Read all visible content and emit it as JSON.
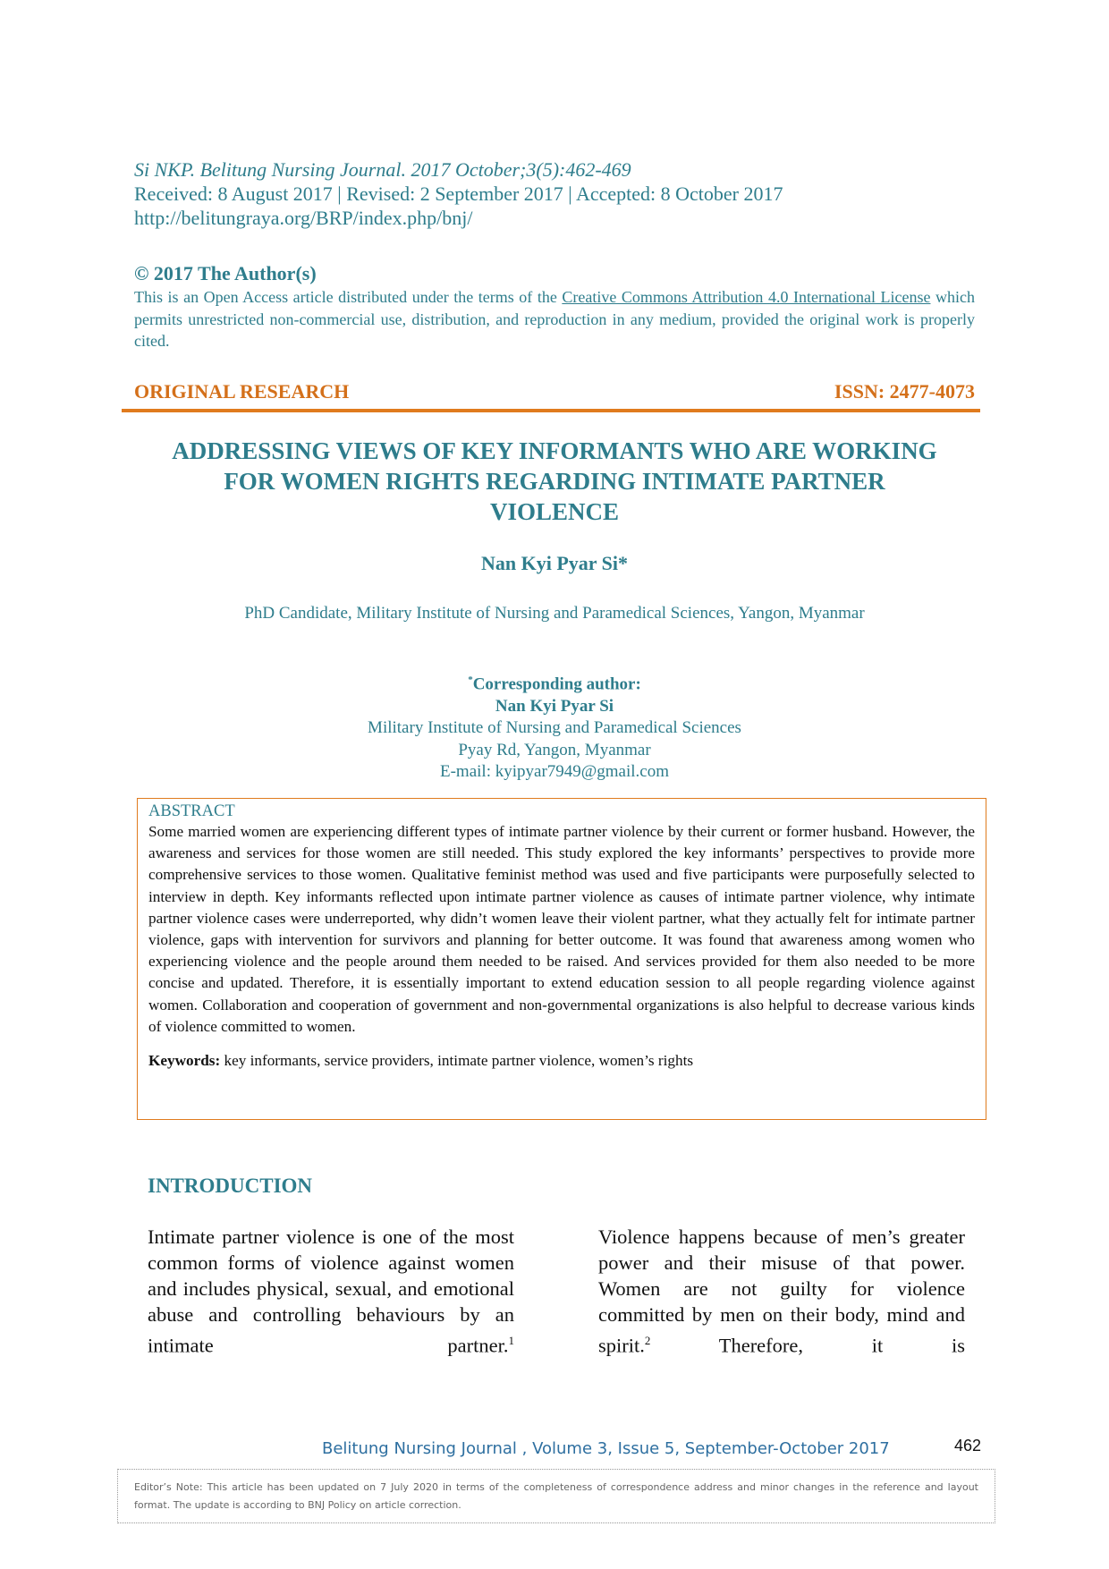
{
  "citation": {
    "cite": "Si NKP. Belitung Nursing Journal. 2017 October;3(5):462-469",
    "dates": "Received: 8 August 2017 | Revised: 2 September 2017 | Accepted: 8 October 2017",
    "url": "http://belitungraya.org/BRP/index.php/bnj/"
  },
  "copyright": {
    "heading": "© 2017 The Author(s)",
    "text_before": "This is an Open Access article distributed under the terms of the ",
    "link": "Creative Commons Attribution 4.0 International License",
    "text_after": " which permits unrestricted non-commercial use, distribution, and reproduction in any medium, provided the original work is properly cited."
  },
  "banner": {
    "left": "ORIGINAL RESEARCH",
    "right": "ISSN: 2477-4073"
  },
  "title": {
    "line1": "ADDRESSING VIEWS OF KEY INFORMANTS WHO ARE WORKING",
    "line2": "FOR WOMEN RIGHTS REGARDING INTIMATE PARTNER",
    "line3": "VIOLENCE"
  },
  "author": "Nan Kyi Pyar Si*",
  "affiliation": "PhD Candidate, Military Institute of Nursing and Paramedical Sciences, Yangon, Myanmar",
  "corresponding": {
    "mark": "*",
    "label": "Corresponding author:",
    "name": "Nan Kyi Pyar Si",
    "institution": "Military Institute of Nursing and Paramedical Sciences",
    "address": "Pyay Rd, Yangon, Myanmar",
    "email": "E-mail: kyipyar7949@gmail.com"
  },
  "abstract": {
    "heading": "ABSTRACT",
    "text": "Some married women are experiencing different types of intimate partner violence by their current or former husband. However, the awareness and services for those women are still needed. This study explored the key informants’ perspectives to provide more comprehensive services to those women. Qualitative feminist method was used and five participants were purposefully selected to interview in depth. Key informants reflected upon intimate partner violence as causes of intimate partner violence, why intimate partner violence cases were underreported, why didn’t women leave their violent partner, what they actually felt for intimate partner violence, gaps with intervention for survivors and planning for better outcome. It was found that awareness among women who experiencing violence and the people around them needed to be raised. And services provided for them also needed to be more concise and updated. Therefore, it is essentially important to extend education session to all people regarding violence against women. Collaboration and cooperation of government and non-governmental organizations is also helpful to decrease various kinds of violence committed to women.",
    "keywords_label": "Keywords:",
    "keywords": " key informants, service providers, intimate partner violence, women’s rights"
  },
  "introduction": {
    "heading": "INTRODUCTION",
    "col1_text": "Intimate partner violence is one of the most common forms of violence against women and includes physical, sexual, and emotional abuse and controlling behaviours by an intimate partner.",
    "col1_ref": "1",
    "col2_text_a": "Violence happens because of men’s greater power and their misuse of that power. Women are not guilty for violence committed by men on their body, mind and spirit.",
    "col2_ref": "2",
    "col2_text_b": " Therefore, it is"
  },
  "footer": {
    "journal": "Belitung Nursing Journal , Volume 3, Issue 5, September-October 2017",
    "page": "462"
  },
  "editor_note": "Editor’s Note: This article has been updated on 7 July 2020 in terms of the completeness of correspondence address and minor changes in the reference and layout format. The update is according to BNJ Policy on article correction."
}
